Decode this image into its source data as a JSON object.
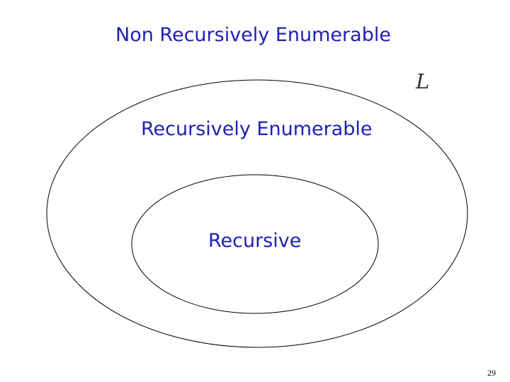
{
  "slide": {
    "title": "Non Recursively Enumerable",
    "language_symbol": "L",
    "page_number": "29"
  },
  "diagram": {
    "outer_set": {
      "label": "Recursively Enumerable"
    },
    "inner_set": {
      "label": "Recursive"
    },
    "colors": {
      "text": "#1f1fb4",
      "outline": "#000000",
      "symbol": "#333333"
    }
  }
}
